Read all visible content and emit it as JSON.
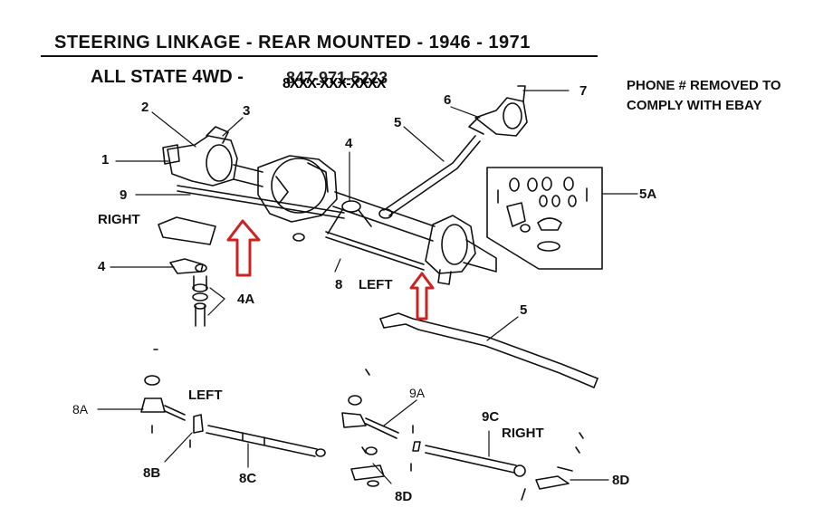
{
  "header": {
    "title": "STEERING LINKAGE - REAR MOUNTED - 1946 - 1971",
    "subtitle": "ALL STATE 4WD -",
    "phone_struck": "847-971-5223",
    "phone_mask": "8XXX-XXX-XXXX",
    "notice_line1": "PHONE # REMOVED TO",
    "notice_line2": "COMPLY WITH EBAY"
  },
  "callouts": {
    "c1": "1",
    "c2": "2",
    "c3": "3",
    "c4_top": "4",
    "c5_top": "5",
    "c6": "6",
    "c7": "7",
    "c9": "9",
    "c5a": "5A",
    "right_upper": "RIGHT",
    "c4_left": "4",
    "c4a": "4A",
    "c8": "8",
    "left_mid": "LEFT",
    "c5_lower": "5",
    "c8a": "8A",
    "left_lower": "LEFT",
    "c8b": "8B",
    "c8c": "8C",
    "c9a": "9A",
    "c8d_mid": "8D",
    "c9c": "9C",
    "right_lower": "RIGHT",
    "c8d_right": "8D"
  },
  "colors": {
    "line": "#111111",
    "arrow": "#cc2222",
    "paper": "#ffffff"
  }
}
